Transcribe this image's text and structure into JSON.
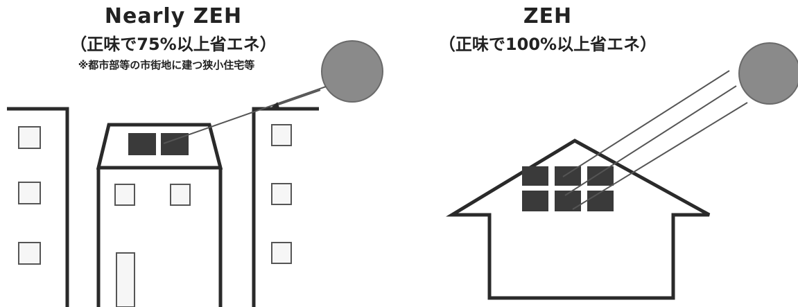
{
  "left_panel": {
    "title": "Nearly ZEH",
    "subtitle": "（正味で75%以上省エネ）",
    "note": "※都市部等の市街地に建つ狭小住宅等"
  },
  "right_panel": {
    "title": "ZEH",
    "subtitle": "（正味で100%以上省エネ）"
  },
  "colors": {
    "line": "#2a2a2a",
    "panel": "#3a3a3a",
    "sun": "#8a8a8a",
    "window_fill": "#f6f6f6"
  }
}
